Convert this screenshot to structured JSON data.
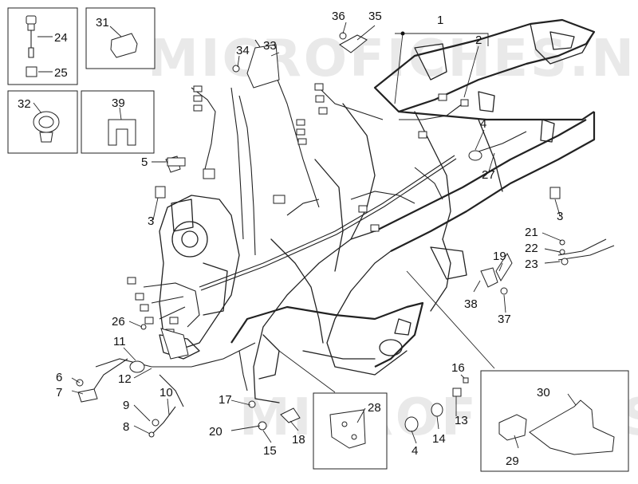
{
  "watermark": "MICROFICHES.NET",
  "callouts": [
    {
      "id": "c1",
      "text": "1"
    },
    {
      "id": "c2",
      "text": "2"
    },
    {
      "id": "c3a",
      "text": "3"
    },
    {
      "id": "c3b",
      "text": "3"
    },
    {
      "id": "c4a",
      "text": "4"
    },
    {
      "id": "c4b",
      "text": "4"
    },
    {
      "id": "c5",
      "text": "5"
    },
    {
      "id": "c6",
      "text": "6"
    },
    {
      "id": "c7",
      "text": "7"
    },
    {
      "id": "c8",
      "text": "8"
    },
    {
      "id": "c9",
      "text": "9"
    },
    {
      "id": "c10",
      "text": "10"
    },
    {
      "id": "c11",
      "text": "11"
    },
    {
      "id": "c12",
      "text": "12"
    },
    {
      "id": "c13",
      "text": "13"
    },
    {
      "id": "c14",
      "text": "14"
    },
    {
      "id": "c15",
      "text": "15"
    },
    {
      "id": "c16",
      "text": "16"
    },
    {
      "id": "c17",
      "text": "17"
    },
    {
      "id": "c18",
      "text": "18"
    },
    {
      "id": "c19",
      "text": "19"
    },
    {
      "id": "c20",
      "text": "20"
    },
    {
      "id": "c21",
      "text": "21"
    },
    {
      "id": "c22",
      "text": "22"
    },
    {
      "id": "c23",
      "text": "23"
    },
    {
      "id": "c24",
      "text": "24"
    },
    {
      "id": "c25",
      "text": "25"
    },
    {
      "id": "c26",
      "text": "26"
    },
    {
      "id": "c27",
      "text": "27"
    },
    {
      "id": "c28",
      "text": "28"
    },
    {
      "id": "c29",
      "text": "29"
    },
    {
      "id": "c30",
      "text": "30"
    },
    {
      "id": "c31",
      "text": "31"
    },
    {
      "id": "c32",
      "text": "32"
    },
    {
      "id": "c33",
      "text": "33"
    },
    {
      "id": "c34",
      "text": "34"
    },
    {
      "id": "c35",
      "text": "35"
    },
    {
      "id": "c36",
      "text": "36"
    },
    {
      "id": "c37",
      "text": "37"
    },
    {
      "id": "c38",
      "text": "38"
    },
    {
      "id": "c39",
      "text": "39"
    }
  ]
}
